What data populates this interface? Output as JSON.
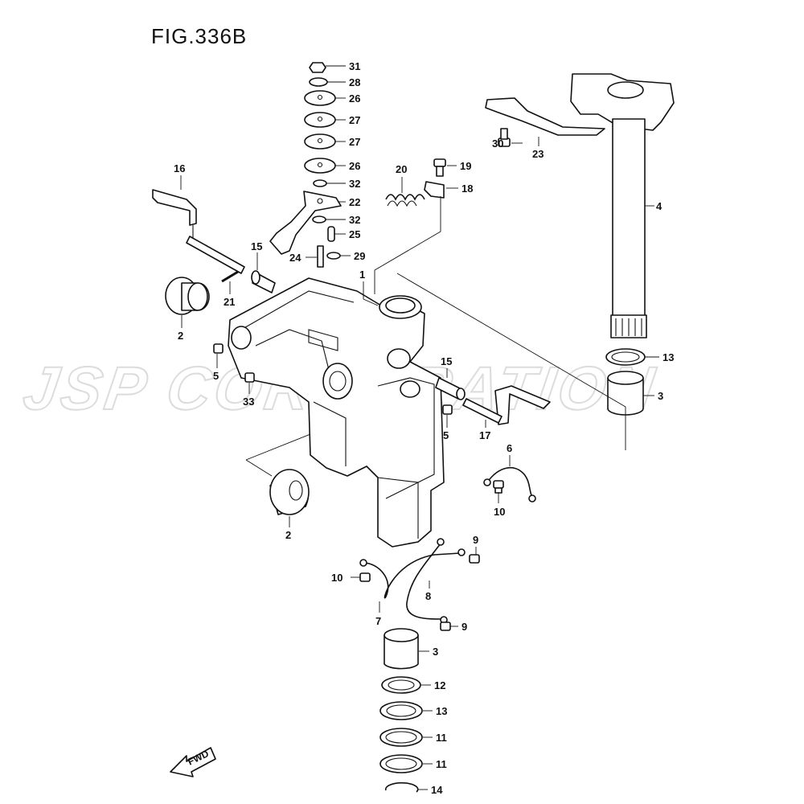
{
  "figure": {
    "title": "FIG.336B"
  },
  "watermark": {
    "text": "JSP CORPORATION"
  },
  "fwd_badge": {
    "text": "FWD"
  },
  "callouts": {
    "c31": "31",
    "c28": "28",
    "c26a": "26",
    "c27a": "27",
    "c27b": "27",
    "c26b": "26",
    "c32a": "32",
    "c22": "22",
    "c32b": "32",
    "c25": "25",
    "c24": "24",
    "c29": "29",
    "c16": "16",
    "c15a": "15",
    "c21": "21",
    "c1": "1",
    "c2a": "2",
    "c5a": "5",
    "c33": "33",
    "c20": "20",
    "c19": "19",
    "c18": "18",
    "c30": "30",
    "c23": "23",
    "c4": "4",
    "c13a": "13",
    "c3a": "3",
    "c15b": "15",
    "c5b": "5",
    "c17": "17",
    "c6": "6",
    "c10a": "10",
    "c2b": "2",
    "c9a": "9",
    "c10b": "10",
    "c8": "8",
    "c7": "7",
    "c9b": "9",
    "c3b": "3",
    "c12": "12",
    "c13b": "13",
    "c11a": "11",
    "c11b": "11",
    "c14": "14"
  }
}
